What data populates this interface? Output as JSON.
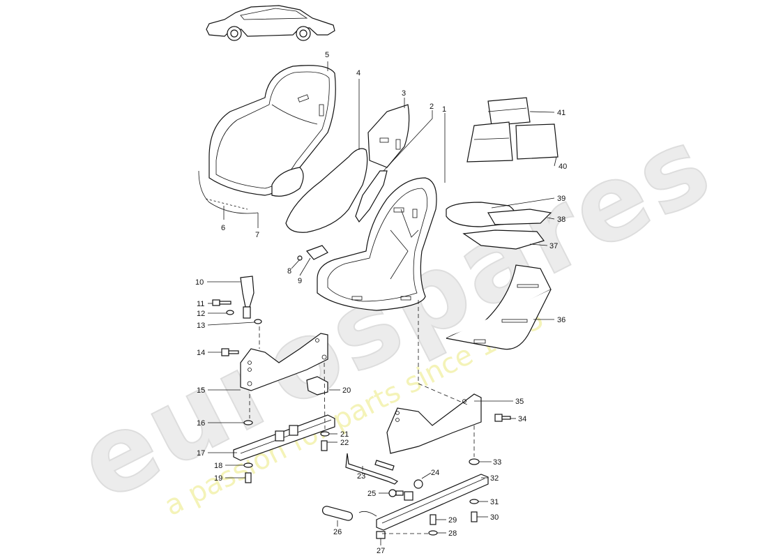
{
  "watermark": {
    "brand": "eurospares",
    "tagline": "a passion for parts since 1985"
  },
  "callouts": [
    {
      "id": "1",
      "label": "1"
    },
    {
      "id": "2",
      "label": "2"
    },
    {
      "id": "3",
      "label": "3"
    },
    {
      "id": "4",
      "label": "4"
    },
    {
      "id": "5",
      "label": "5"
    },
    {
      "id": "6",
      "label": "6"
    },
    {
      "id": "7",
      "label": "7"
    },
    {
      "id": "8",
      "label": "8"
    },
    {
      "id": "9",
      "label": "9"
    },
    {
      "id": "10",
      "label": "10"
    },
    {
      "id": "11",
      "label": "11"
    },
    {
      "id": "12",
      "label": "12"
    },
    {
      "id": "13",
      "label": "13"
    },
    {
      "id": "14",
      "label": "14"
    },
    {
      "id": "15",
      "label": "15"
    },
    {
      "id": "16",
      "label": "16"
    },
    {
      "id": "17",
      "label": "17"
    },
    {
      "id": "18",
      "label": "18"
    },
    {
      "id": "19",
      "label": "19"
    },
    {
      "id": "20",
      "label": "20"
    },
    {
      "id": "21",
      "label": "21"
    },
    {
      "id": "22",
      "label": "22"
    },
    {
      "id": "23",
      "label": "23"
    },
    {
      "id": "24",
      "label": "24"
    },
    {
      "id": "25",
      "label": "25"
    },
    {
      "id": "26",
      "label": "26"
    },
    {
      "id": "27",
      "label": "27"
    },
    {
      "id": "28",
      "label": "28"
    },
    {
      "id": "29",
      "label": "29"
    },
    {
      "id": "30",
      "label": "30"
    },
    {
      "id": "31",
      "label": "31"
    },
    {
      "id": "32",
      "label": "32"
    },
    {
      "id": "33",
      "label": "33"
    },
    {
      "id": "34",
      "label": "34"
    },
    {
      "id": "35",
      "label": "35"
    },
    {
      "id": "36",
      "label": "36"
    },
    {
      "id": "37",
      "label": "37"
    },
    {
      "id": "38",
      "label": "38"
    },
    {
      "id": "39",
      "label": "39"
    },
    {
      "id": "40",
      "label": "40"
    },
    {
      "id": "41",
      "label": "41"
    }
  ],
  "icons": {
    "car": "car-side-icon"
  }
}
